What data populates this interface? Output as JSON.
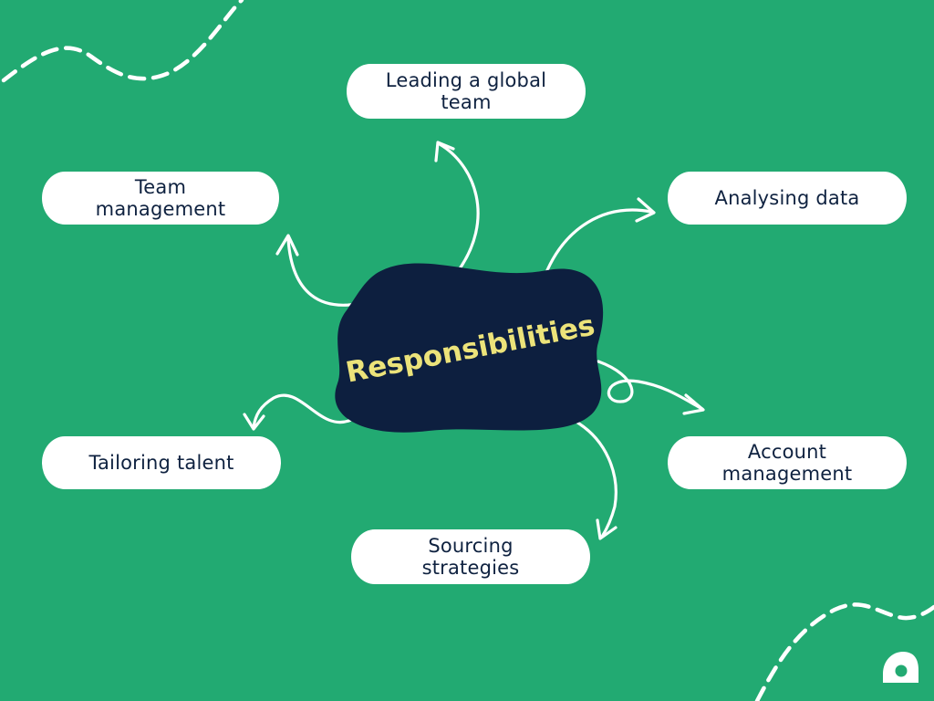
{
  "diagram": {
    "center_label": "Responsibilities",
    "nodes": {
      "leading": {
        "line1": "Leading a global",
        "line2": "team"
      },
      "team_management": {
        "line1": "Team",
        "line2": "management"
      },
      "analysing": {
        "line1": "Analysing data"
      },
      "tailoring": {
        "line1": "Tailoring talent"
      },
      "account": {
        "line1": "Account",
        "line2": "management"
      },
      "sourcing": {
        "line1": "Sourcing",
        "line2": "strategies"
      }
    }
  },
  "colors": {
    "background": "#22aa72",
    "blob": "#0d1f3f",
    "center_text": "#ece37a",
    "node_fill": "#ffffff",
    "node_text": "#0f2240",
    "lines": "#ffffff"
  },
  "icons": {
    "brand_logo": "a-logo-icon"
  }
}
